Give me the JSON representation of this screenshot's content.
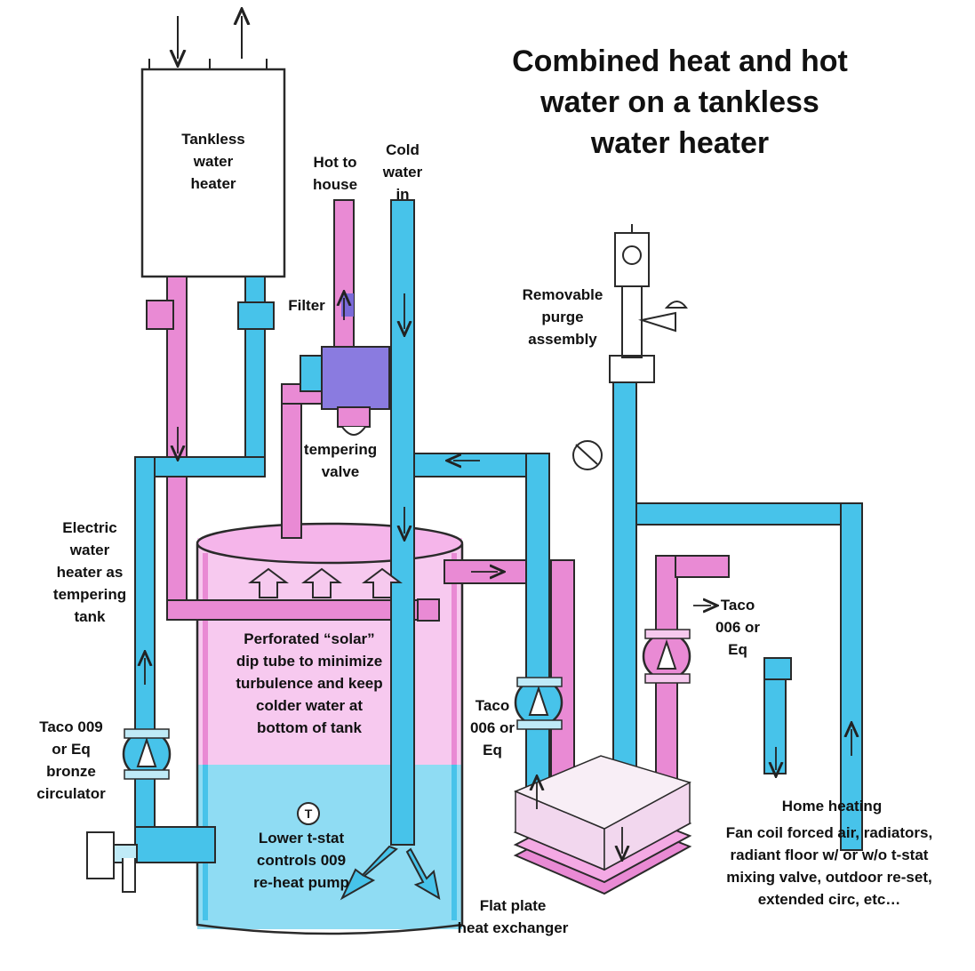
{
  "title": {
    "lines": [
      "Combined heat and hot",
      "water on a tankless",
      "water heater"
    ]
  },
  "labels": {
    "tankless_heater": [
      "Tankless",
      "water",
      "heater"
    ],
    "hot_to_house": [
      "Hot to",
      "house"
    ],
    "cold_water_in": [
      "Cold",
      "water",
      "in"
    ],
    "filter": [
      "Filter"
    ],
    "removable_purge": [
      "Removable",
      "purge",
      "assembly"
    ],
    "tempering_valve": [
      "tempering",
      "valve"
    ],
    "electric_heater": [
      "Electric",
      "water",
      "heater as",
      "tempering",
      "tank"
    ],
    "dip_tube": [
      "Perforated “solar”",
      "dip tube to minimize",
      "turbulence and keep",
      "colder water at",
      "bottom of tank"
    ],
    "taco_009": [
      "Taco 009",
      "or Eq",
      "bronze",
      "circulator"
    ],
    "taco_006_center": [
      "Taco",
      "006 or",
      "Eq"
    ],
    "taco_006_right": [
      "Taco",
      "006 or",
      "Eq"
    ],
    "lower_tstat": [
      "Lower t-stat",
      "controls 009",
      "re-heat pump"
    ],
    "flat_plate": [
      "Flat plate",
      "heat exchanger"
    ],
    "home_heating_title": [
      "Home heating"
    ],
    "home_heating_desc": [
      "Fan coil forced air, radiators,",
      "radiant floor w/ or w/o t-stat",
      "mixing valve, outdoor re-set,",
      "extended circ, etc…"
    ]
  },
  "thermostat_symbol": "T",
  "colors": {
    "hot_pipe": "#e98ad4",
    "cold_pipe": "#47c3ea",
    "outline": "#2a2a2a",
    "tempering_valve": "#8a7be0",
    "tank_fill_top": "#f2b9e6",
    "tank_fill_bottom": "#84d9f3"
  }
}
